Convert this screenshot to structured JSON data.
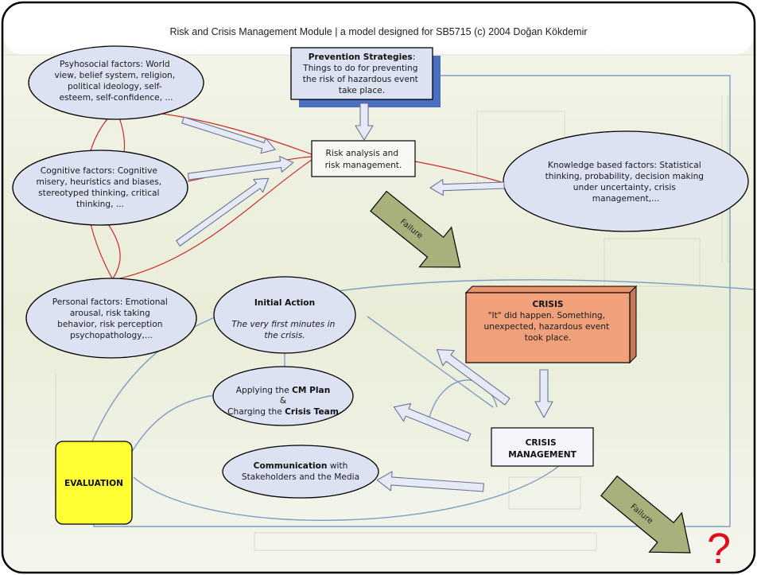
{
  "title": "Risk and Crisis Management Module | a model designed for SB5715 (c) 2004 Doğan Kökdemir",
  "nodes": {
    "psychosocial": [
      "Psyhosocial factors: World",
      "view, belief system, religion,",
      "political ideology, self-",
      "esteem, self-confidence, ..."
    ],
    "cognitive": [
      "Cognitive factors: Cognitive",
      "misery, heuristics and biases,",
      "stereotyped thinking, critical",
      "thinking, ..."
    ],
    "personal": [
      "Personal factors: Emotional",
      "arousal, risk taking",
      "behavior, risk perception",
      "psychopathology,..."
    ],
    "prevention_title": "Prevention Strategies",
    "prevention_colon": ":",
    "prevention_lines": [
      "Things to do for preventing",
      "the risk of hazardous event",
      "take place."
    ],
    "risk_analysis": [
      "Risk analysis and",
      "risk management."
    ],
    "knowledge": [
      "Knowledge based factors: Statistical",
      "thinking, probability, decision making",
      "under uncertainty, crisis",
      "management,..."
    ],
    "failure_1": "Failure",
    "failure_2": "Failure",
    "initial_action_title": "Initial Action",
    "initial_action_lines": [
      "The very first minutes in",
      "the crisis."
    ],
    "crisis_title": "CRISIS",
    "crisis_lines": [
      "\"It\" did happen. Something,",
      "unexpected, hazardous event",
      "took place."
    ],
    "cm_plan_pre": "Applying the ",
    "cm_plan_bold": "CM Plan",
    "cm_plan_amp": "&",
    "cm_team_pre": "Charging the ",
    "cm_team_bold": "Crisis Team",
    "crisis_mgmt": [
      "CRISIS",
      "MANAGEMENT"
    ],
    "communication_bold": "Communication",
    "communication_rest": " with",
    "communication_line2": "Stakeholders and the Media",
    "evaluation": "EVALUATION",
    "question_mark": "?"
  },
  "colors": {
    "background": "#eef1e3",
    "ellipse_fill": "#dde2f2",
    "outline": "#000000",
    "red_link": "#cc2a2a",
    "blue_line": "#7f9dc2",
    "prevention_shadow": "#4a6fc1",
    "crisis_fill": "#f0a07a",
    "crisis_side": "#c9795a",
    "evaluation_fill": "#ffff33",
    "arrow_fill": "#e6e9f6",
    "arrow_stroke": "#6a7394",
    "failure_fill": "#a9b07c",
    "question": "#e0101a"
  }
}
